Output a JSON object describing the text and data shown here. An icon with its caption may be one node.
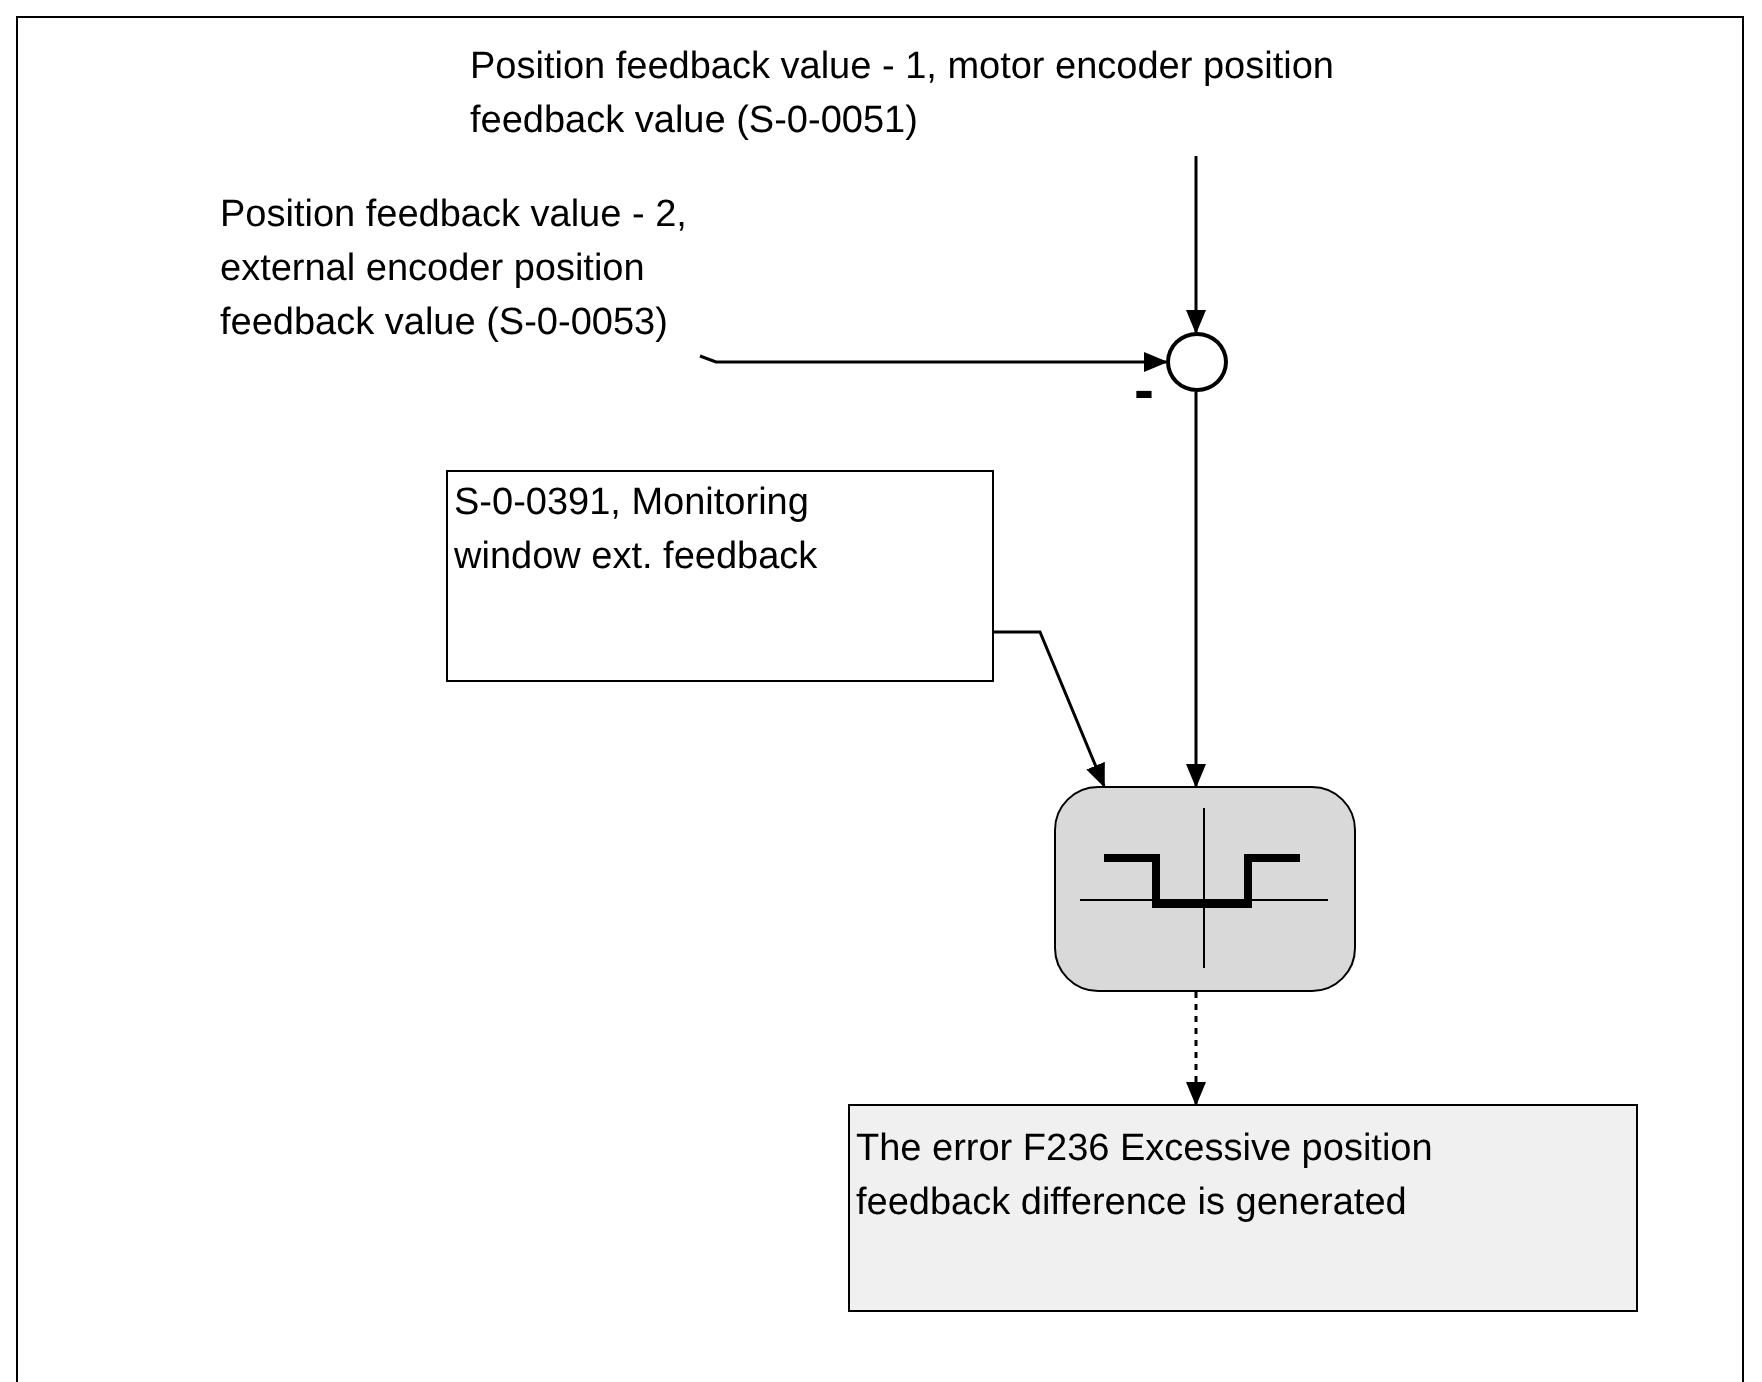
{
  "diagram": {
    "nodes": [
      {
        "text": [
          "Position feedback value - 1, motor encoder position feedback value (S-0-0051)"
        ]
      },
      {
        "text": [
          "Position feedback value - 2, external encoder position feedback value (S-0-0053)"
        ]
      },
      {
        "text": [],
        "shape": "circle"
      },
      {
        "text": [
          "S-0-0391, Monitoring window ext. feedback"
        ]
      },
      {
        "text": [],
        "shape": "box"
      },
      {
        "text": [
          "The error F236 Excessive position feedback difference is generated"
        ]
      }
    ],
    "edges": [
      {
        "from": 0,
        "to": 2,
        "arrow": "to"
      },
      {
        "from": 1,
        "to": 2,
        "arrow": "to"
      },
      {
        "from": 2,
        "to": 4,
        "arrow": "to"
      },
      {
        "from": 3,
        "to": 4,
        "arrow": "to"
      },
      {
        "from": 4,
        "to": 5,
        "arrow": "to",
        "style": "dashed"
      }
    ],
    "labels": [
      "-"
    ]
  }
}
